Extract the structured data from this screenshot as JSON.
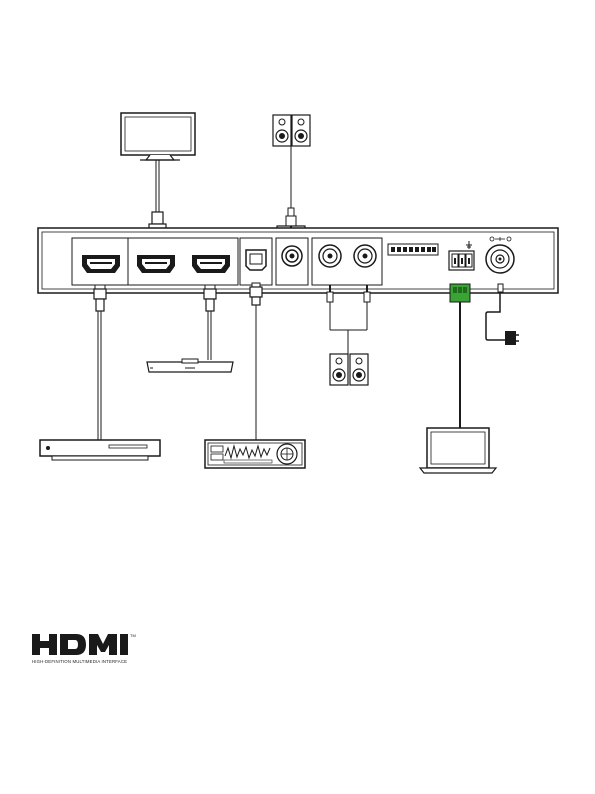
{
  "logo": {
    "wordmark": "HDMI",
    "trademark": "TM",
    "tagline": "HIGH-DEFINITION MULTIMEDIA INTERFACE"
  },
  "colors": {
    "line": "#1a1a1a",
    "device_fill": "#ffffff",
    "terminal_green": "#3aa335",
    "background": "#ffffff"
  },
  "devices": {
    "tv": "tv-icon",
    "speaker_top": "speaker-icon",
    "speaker_bottom": "speaker-icon",
    "blu_ray_player": "media-player-icon",
    "soundbar": "soundbar-icon",
    "car_stereo": "receiver-icon",
    "laptop": "laptop-icon",
    "power_adapter": "power-adapter-icon"
  }
}
